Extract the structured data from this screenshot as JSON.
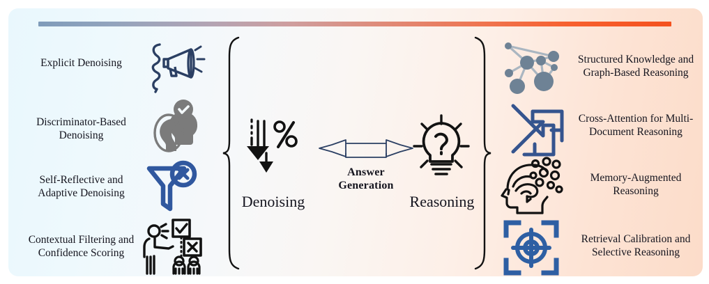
{
  "figure": {
    "type": "taxonomy-diagram",
    "background_gradient": {
      "from": "#e9f7fd",
      "to": "#fcdcc9"
    },
    "top_rule_gradient": {
      "from": "#7f9cba",
      "to": "#f4511e"
    }
  },
  "left_group": {
    "brace": "left-curly-brace",
    "stage_label": "Denoising",
    "stage_icon": "downward-arrows-percent-icon",
    "items": [
      {
        "label": "Explicit Denoising",
        "icon": "megaphone-profile-icon",
        "color": "#2b3f63"
      },
      {
        "label": "Discriminator-Based\nDenoising",
        "icon": "two-heads-check-bubble-icon",
        "color": "#7b7b7b"
      },
      {
        "label": "Self-Reflective and\nAdaptive Denoising",
        "icon": "funnel-x-circle-icon",
        "color": "#30589f"
      },
      {
        "label": "Contextual Filtering and\nConfidence Scoring",
        "icon": "presenter-check-x-audience-icon",
        "color": "#121212"
      }
    ]
  },
  "center": {
    "label": "Answer\nGeneration",
    "icon": "bidirectional-arrow-icon",
    "arrow_color": "#2b3f63"
  },
  "right_group": {
    "brace": "right-curly-brace",
    "stage_label": "Reasoning",
    "stage_icon": "lightbulb-question-icon",
    "items": [
      {
        "label": "Structured Knowledge and\nGraph-Based Reasoning",
        "icon": "knowledge-graph-nodes-icon",
        "color": "#6e8295"
      },
      {
        "label": "Cross-Attention for Multi-\nDocument Reasoning",
        "icon": "cross-arrows-shuffle-icon",
        "color": "#35548e"
      },
      {
        "label": "Memory-Augmented\nReasoning",
        "icon": "brain-head-bubbles-icon",
        "color": "#121212"
      },
      {
        "label": "Retrieval Calibration and\nSelective Reasoning",
        "icon": "target-crosshair-frame-icon",
        "color": "#2e5fa3"
      }
    ]
  }
}
